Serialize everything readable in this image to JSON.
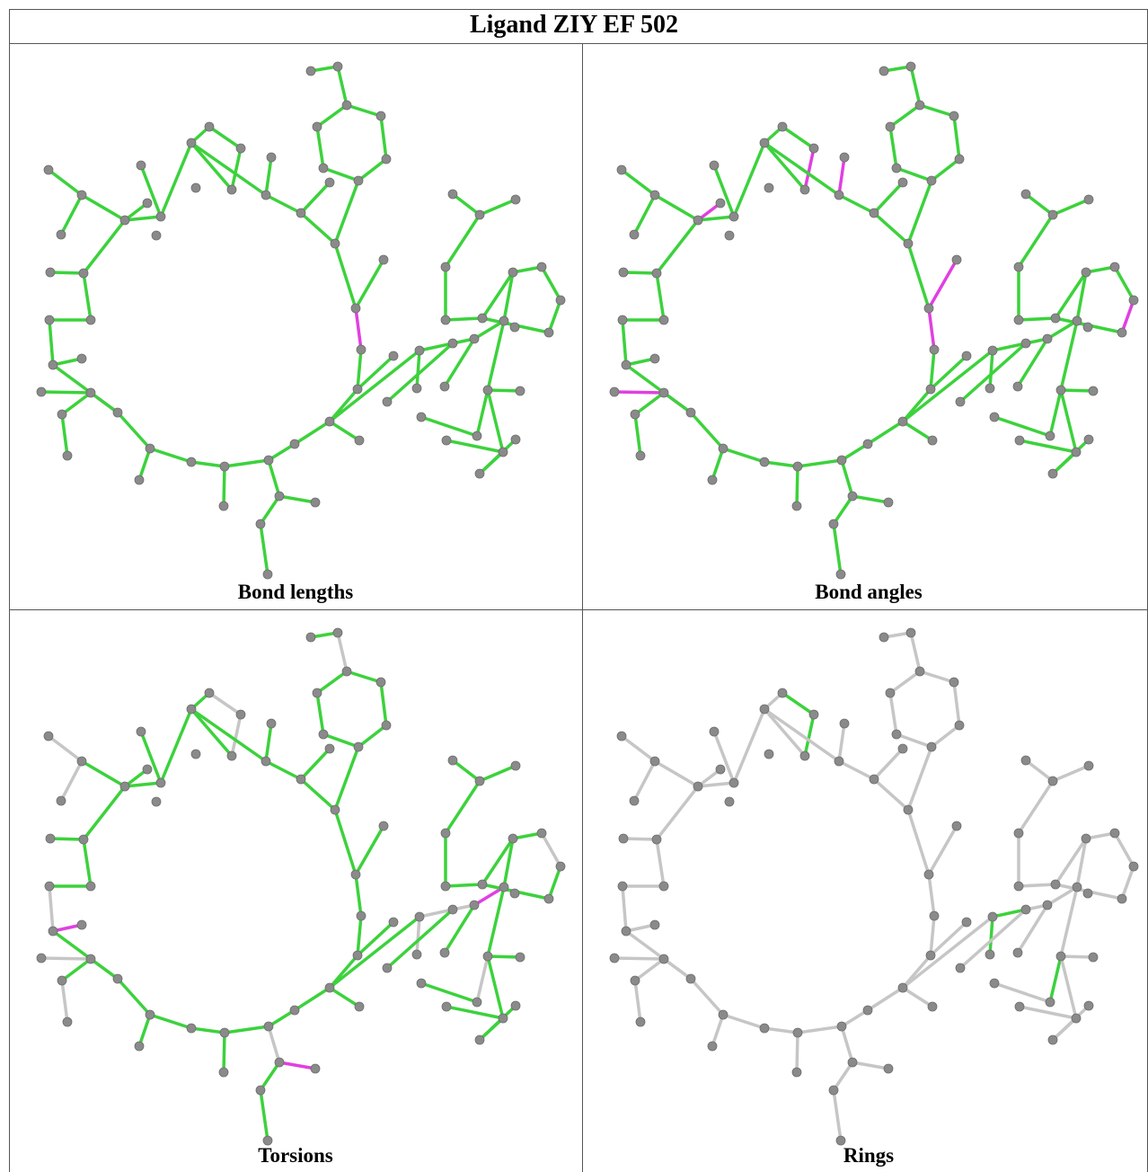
{
  "title": "Ligand ZIY EF 502",
  "colors": {
    "ok": "#3cd23c",
    "outlier": "#e040e0",
    "neutral": "#c6c6c6",
    "atom": "#8a8a8a"
  },
  "panels": [
    {
      "caption": "Bond lengths",
      "default": "ok",
      "outliers": [
        [
          18,
          19
        ],
        [
          35,
          36
        ],
        [
          79,
          80
        ]
      ],
      "neutral": []
    },
    {
      "caption": "Bond angles",
      "default": "ok",
      "outliers": [
        [
          3,
          4
        ],
        [
          4,
          5
        ],
        [
          6,
          7
        ],
        [
          7,
          8
        ],
        [
          8,
          9
        ],
        [
          9,
          10
        ],
        [
          12,
          13
        ],
        [
          13,
          14
        ],
        [
          13,
          15
        ],
        [
          16,
          17
        ],
        [
          17,
          18
        ],
        [
          18,
          19
        ],
        [
          35,
          36
        ],
        [
          36,
          37
        ],
        [
          70,
          71
        ],
        [
          71,
          74
        ],
        [
          72,
          74
        ],
        [
          73,
          74
        ],
        [
          75,
          76
        ],
        [
          76,
          79
        ],
        [
          75,
          80
        ],
        [
          76,
          77
        ]
      ],
      "neutral": []
    },
    {
      "caption": "Torsions",
      "default": "neutral",
      "outliers": [
        [
          60,
          61
        ],
        [
          11,
          12
        ],
        [
          26,
          27
        ],
        [
          69,
          71
        ],
        [
          40,
          41
        ],
        [
          41,
          42
        ]
      ],
      "neutral": [
        [
          60,
          61
        ],
        [
          4,
          5
        ],
        [
          5,
          6
        ],
        [
          6,
          7
        ],
        [
          7,
          8
        ],
        [
          8,
          4
        ],
        [
          13,
          15
        ],
        [
          16,
          17
        ],
        [
          0,
          1
        ],
        [
          1,
          2
        ],
        [
          23,
          24
        ],
        [
          25,
          26
        ],
        [
          27,
          28
        ],
        [
          34,
          35
        ],
        [
          35,
          36
        ],
        [
          36,
          37
        ],
        [
          37,
          38
        ],
        [
          15,
          44
        ],
        [
          62,
          63
        ],
        [
          63,
          64
        ],
        [
          64,
          65
        ],
        [
          65,
          66
        ],
        [
          66,
          67
        ],
        [
          67,
          62
        ],
        [
          62,
          61
        ],
        [
          72,
          70
        ],
        [
          73,
          70
        ],
        [
          74,
          75
        ],
        [
          75,
          76
        ],
        [
          76,
          77
        ],
        [
          77,
          78
        ],
        [
          78,
          79
        ],
        [
          79,
          80
        ],
        [
          80,
          75
        ],
        [
          81,
          44
        ],
        [
          82,
          45
        ],
        [
          83,
          46
        ],
        [
          48,
          49
        ],
        [
          43,
          48
        ],
        [
          40,
          42
        ],
        [
          39,
          38
        ]
      ]
    },
    {
      "caption": "Rings",
      "default": "neutral",
      "outliers": [],
      "green": [
        [
          4,
          5
        ],
        [
          5,
          6
        ],
        [
          6,
          7
        ],
        [
          7,
          8
        ],
        [
          8,
          4
        ],
        [
          62,
          63
        ],
        [
          63,
          64
        ],
        [
          64,
          65
        ],
        [
          65,
          66
        ],
        [
          66,
          67
        ],
        [
          67,
          62
        ],
        [
          75,
          76
        ],
        [
          76,
          77
        ],
        [
          77,
          78
        ],
        [
          78,
          79
        ],
        [
          79,
          75
        ]
      ],
      "neutral": []
    }
  ]
}
